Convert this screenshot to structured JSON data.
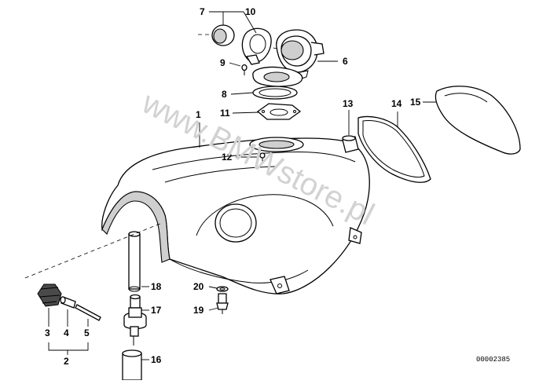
{
  "watermark": "www.BMWstore.pl",
  "reference_code": "00002385",
  "callouts": {
    "c1": "1",
    "c2": "2",
    "c3": "3",
    "c4": "4",
    "c5": "5",
    "c6": "6",
    "c7": "7",
    "c8": "8",
    "c9": "9",
    "c10": "10",
    "c11": "11",
    "c12": "12",
    "c13": "13",
    "c14": "14",
    "c15": "15",
    "c16": "16",
    "c17": "17",
    "c18": "18",
    "c19": "19",
    "c20": "20"
  }
}
